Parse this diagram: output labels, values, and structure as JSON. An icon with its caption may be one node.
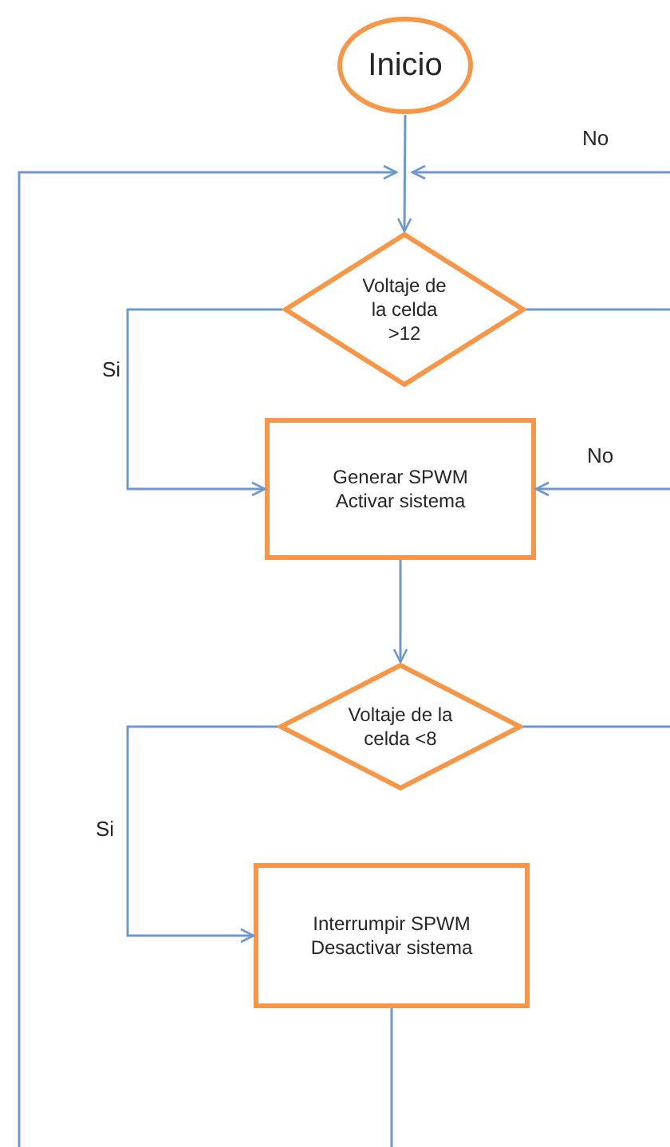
{
  "diagram": {
    "nodes": [
      {
        "text": [
          "Inicio"
        ]
      },
      {
        "text": [
          "Voltaje de la celda >12"
        ]
      },
      {
        "text": [
          "Generar SPWM Activar sistema"
        ]
      },
      {
        "text": [
          "Voltaje de la celda <8"
        ]
      },
      {
        "text": [
          "Interrumpir SPWM Desactivar sistema"
        ]
      }
    ],
    "edges": [
      {
        "from": 0,
        "to": 1,
        "arrow": "to"
      },
      {
        "from": null,
        "to": 1,
        "arrow": "to",
        "label": "No"
      },
      {
        "from": null,
        "to": 1,
        "arrow": "to"
      },
      {
        "from": 1,
        "to": 2,
        "arrow": "to",
        "label": "Si"
      },
      {
        "from": 1,
        "to": null,
        "arrow": "none"
      },
      {
        "from": null,
        "to": 2,
        "arrow": "to",
        "label": "No"
      },
      {
        "from": 2,
        "to": 3,
        "arrow": "to"
      },
      {
        "from": 3,
        "to": 4,
        "arrow": "to",
        "label": "Si"
      },
      {
        "from": 3,
        "to": null,
        "arrow": "none"
      },
      {
        "from": 4,
        "to": null,
        "arrow": "none"
      }
    ]
  }
}
